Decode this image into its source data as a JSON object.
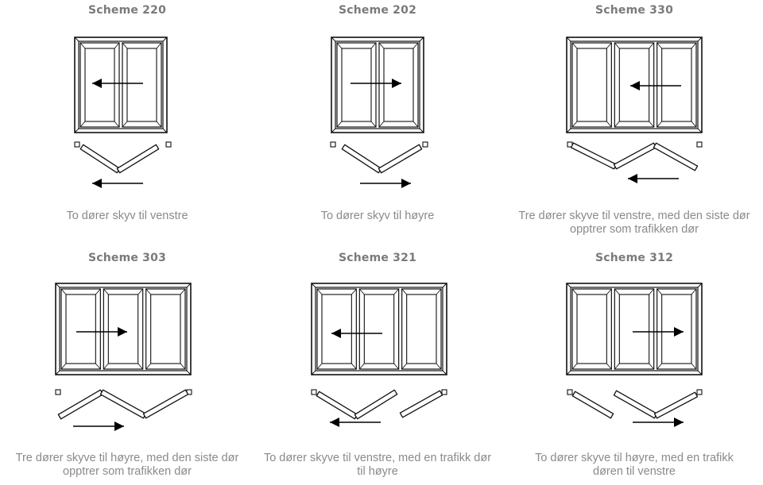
{
  "schemes": [
    {
      "title": "Scheme 220",
      "panels": 2,
      "arrow_top": "left",
      "arrow_bottom": "left",
      "caption": [
        "To dører skyv til venstre"
      ]
    },
    {
      "title": "Scheme 202",
      "panels": 2,
      "arrow_top": "right",
      "arrow_bottom": "right",
      "caption": [
        "To dører skyv til høyre"
      ]
    },
    {
      "title": "Scheme 330",
      "panels": 3,
      "arrow_top": "left",
      "arrow_bottom": "left",
      "caption": [
        "Tre dører skyve til venstre, med den siste dør",
        "opptrer som trafikken dør"
      ]
    },
    {
      "title": "Scheme 303",
      "panels": 3,
      "arrow_top": "right",
      "arrow_bottom": "right",
      "caption": [
        "Tre dører skyve til høyre, med den siste dør",
        "opptrer som trafikken dør"
      ]
    },
    {
      "title": "Scheme 321",
      "panels": 3,
      "arrow_top": "left",
      "arrow_bottom": "left",
      "caption": [
        "To dører skyve til venstre, med en trafikk dør",
        "til høyre"
      ]
    },
    {
      "title": "Scheme 312",
      "panels": 3,
      "arrow_top": "right",
      "arrow_bottom": "right",
      "caption": [
        "To dører skyve til høyre, med en trafikk",
        "døren til venstre"
      ]
    }
  ]
}
